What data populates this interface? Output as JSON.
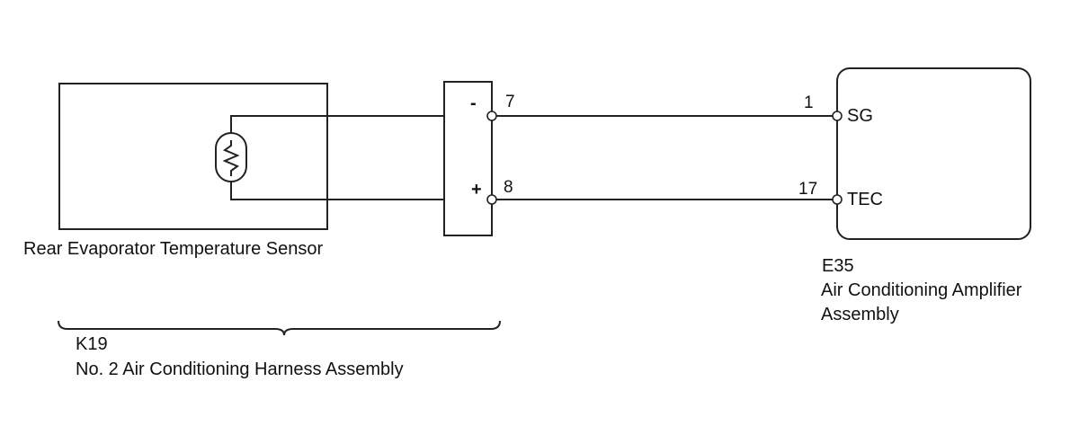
{
  "sensor": {
    "label": "Rear Evaporator Temperature Sensor"
  },
  "harness": {
    "code": "K19",
    "name": "No. 2 Air Conditioning Harness Assembly",
    "pins": [
      {
        "sign": "-",
        "number": "7"
      },
      {
        "sign": "+",
        "number": "8"
      }
    ]
  },
  "amplifier": {
    "code": "E35",
    "name_line1": "Air Conditioning Amplifier",
    "name_line2": "Assembly",
    "terminals": [
      {
        "number": "1",
        "name": "SG"
      },
      {
        "number": "17",
        "name": "TEC"
      }
    ]
  },
  "colors": {
    "line": "#222222",
    "background": "#ffffff"
  }
}
